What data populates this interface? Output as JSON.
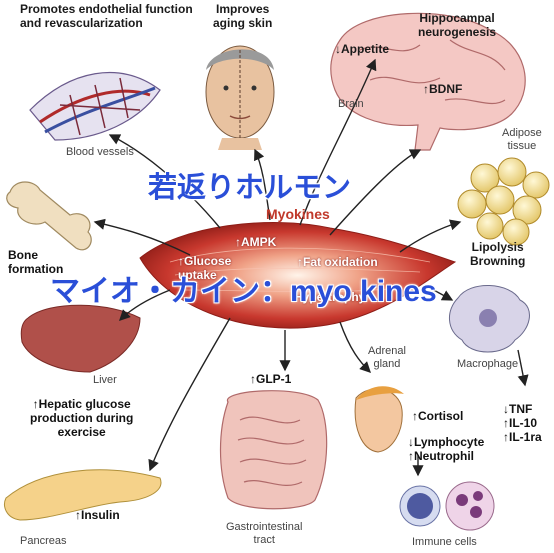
{
  "labels": {
    "endothelial": "Promotes endothelial function\nand revascularization",
    "aging": "Improves\naging skin",
    "appetite": "↓Appetite",
    "hippocampal": "Hippocampal\nneurogenesis",
    "bdnf": "↑BDNF",
    "brain": "Brain",
    "adipose": "Adipose\ntissue",
    "blood_vessels": "Blood vessels",
    "myokines": "Myokines",
    "ampk": "↑AMPK",
    "glucose": "↑Glucose\nuptake",
    "fat_oxidation": "↑Fat oxidation",
    "hypertrophy": "Hypertrophy",
    "lipolysis": "Lipolysis\nBrowning",
    "bone": "Bone\nformation",
    "liver": "Liver",
    "hepatic": "↑Hepatic glucose\nproduction during\nexercise",
    "glp1": "↑GLP-1",
    "adrenal": "Adrenal\ngland",
    "macrophage": "Macrophage",
    "cortisol": "↑Cortisol",
    "lymphocyte": "↓Lymphocyte\n↑Neutrophil",
    "tnf": "↓TNF\n↑IL-10\n↑IL-1ra",
    "insulin": "↑Insulin",
    "pancreas": "Pancreas",
    "gi": "Gastrointestinal\ntract",
    "immune": "Immune cells"
  },
  "overlay": {
    "line1": "若返りホルモン",
    "line2": "マイオ・カイン：myo kines"
  },
  "colors": {
    "overlay": "#2a4fd8",
    "muscle": "#c8382e",
    "myokines": "#c0392b"
  }
}
